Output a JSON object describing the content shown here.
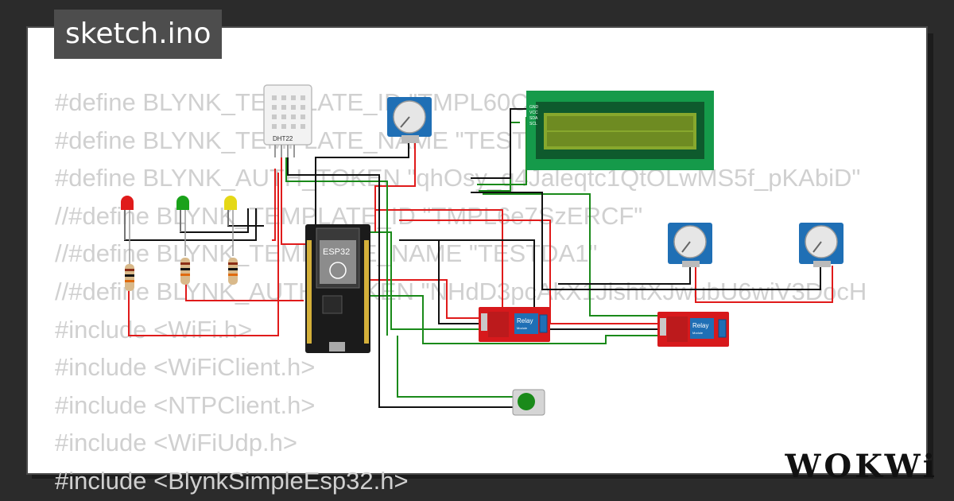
{
  "tab": {
    "title": "sketch.ino"
  },
  "code_lines": [
    "#define BLYNK_TEMPLATE_ID \"TMPL60C",
    "#define BLYNK_TEMPLATE_NAME \"TEST",
    "#define BLYNK_AUTH_TOKEN \"qhOsy_q4Jaleqtc1QtOLwMS5f_pKAbiD\"",
    "//#define BLYNK_TEMPLATE_ID \"TMPL6e7SzERCF\"",
    "//#define BLYNK_TEMPLATE_NAME \"TESTDA1\"",
    "//#define BLYNK_AUTH_TOKEN \"NHdD3pcAkX1JlshtXJwubU6wiV3DocH",
    "#include <WiFi.h>",
    "#include <WiFiClient.h>",
    "#include <NTPClient.h>",
    "#include <WiFiUdp.h>",
    "#include <BlynkSimpleEsp32.h>"
  ],
  "components": {
    "dht_label": "DHT22",
    "mcu_label": "ESP32",
    "relay1_label": "Relay",
    "relay1_sub": "Module",
    "relay2_label": "Relay",
    "relay2_sub": "Module",
    "lcd_pins": [
      "GND",
      "VCC",
      "SDA",
      "SCL"
    ]
  },
  "colors": {
    "wire_red": "#e01b1b",
    "wire_green": "#1a8a1a",
    "wire_black": "#111111",
    "relay_board": "#d7191c",
    "lcd_board": "#159a4a",
    "lcd_screen": "#87a82d",
    "pot_body": "#1f6fb5"
  },
  "logo": {
    "text": "WOKWi"
  }
}
